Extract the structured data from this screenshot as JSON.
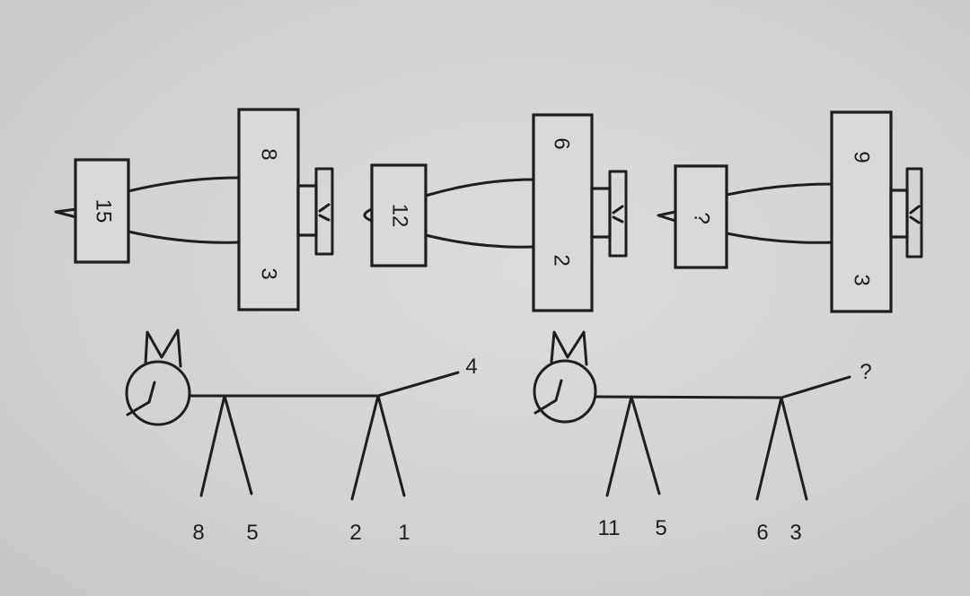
{
  "puzzles": {
    "dumbbells": [
      {
        "left_number": "15",
        "big_top": "8",
        "big_bottom": "3"
      },
      {
        "left_number": "12",
        "big_top": "6",
        "big_bottom": "2"
      },
      {
        "left_number": "?",
        "big_top": "9",
        "big_bottom": "3"
      }
    ],
    "animals": [
      {
        "tail": "4",
        "front_left": "8",
        "front_right": "5",
        "back_left": "2",
        "back_right": "1"
      },
      {
        "tail": "?",
        "front_left": "11",
        "front_right": "5",
        "back_left": "6",
        "back_right": "3"
      }
    ]
  }
}
